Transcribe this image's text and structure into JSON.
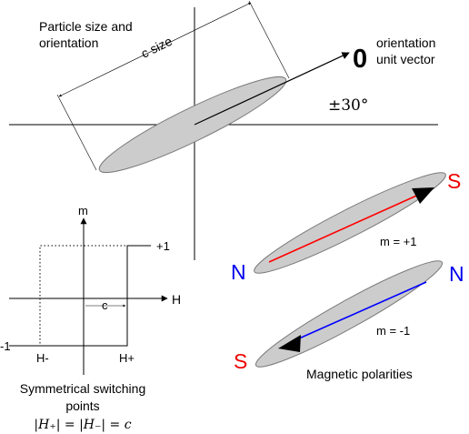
{
  "particle": {
    "title_line1": "Particle size and",
    "title_line2": "orientation",
    "c_size_label": "c size",
    "o_symbol": "0",
    "orientation_line1": "orientation",
    "orientation_line2": "unit vector",
    "angle_label": "±30°"
  },
  "hysteresis": {
    "m_axis_label": "m",
    "h_axis_label": "H",
    "plus_one": "+1",
    "minus_one": "-1",
    "h_minus": "H-",
    "h_plus": "H+",
    "c_label": "c",
    "caption_line1": "Symmetrical switching",
    "caption_line2": "points",
    "equation": "|H₊| = |H₋| = c"
  },
  "polarities": {
    "top": {
      "left_pole": "N",
      "right_pole": "S",
      "label": "m = +1",
      "arrow_color": "#ff0000"
    },
    "bottom": {
      "left_pole": "S",
      "right_pole": "N",
      "label": "m = -1",
      "arrow_color": "#0000ff"
    },
    "caption": "Magnetic polarities",
    "n_color": "#0000ee",
    "s_color": "#ee0000"
  },
  "colors": {
    "ellipse_fill": "#cccccc",
    "ellipse_stroke": "#7a7a7a",
    "line": "#000000"
  }
}
